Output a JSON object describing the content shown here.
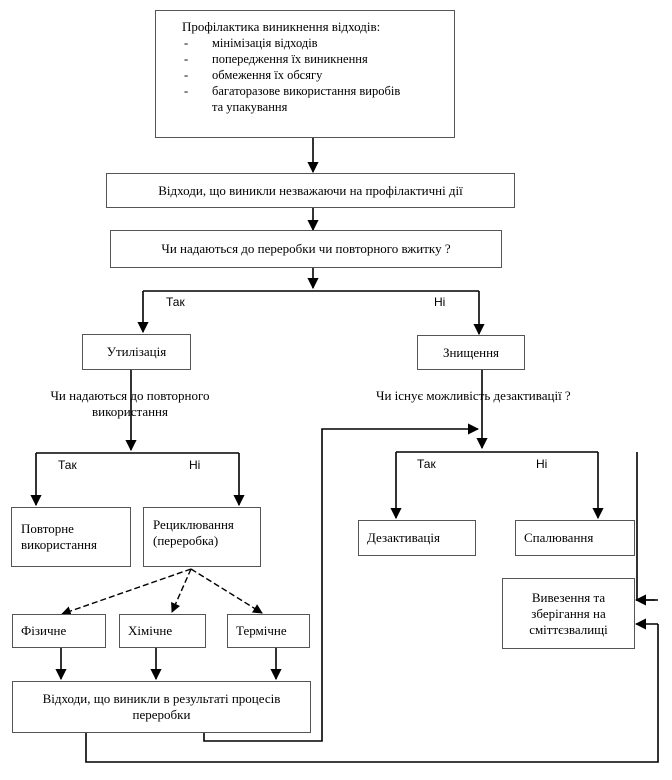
{
  "prevention": {
    "title": "Профілактика виникнення відходів:",
    "items": [
      "мінімізація відходів",
      "попередження їх виникнення",
      "обмеження їх обсягу",
      "багаторазове використання виробів та упакування"
    ]
  },
  "nodes": {
    "waste_remaining": "Відходи, що виникли незважаючи на профілактичні дії",
    "question_recycle": "Чи надаються до переробки чи повторного вжитку ?",
    "utilization": "Утилізація",
    "destruction": "Знищення",
    "reuse": "Повторне використання",
    "recycling_line1": "Рециклювання",
    "recycling_line2": "(переробка)",
    "physical": "Фізичне",
    "chemical": "Хімічне",
    "thermal": "Термічне",
    "processing_waste": "Відходи, що виникли в результаті процесів переробки",
    "deactivation": "Дезактивація",
    "incineration": "Спалювання",
    "landfill": "Вивезення та зберігання на сміттєзвалищі"
  },
  "labels": {
    "yes": "Так",
    "no": "Ні",
    "question_reuse": "Чи надаються до повторного використання",
    "question_deactivation": "Чи існує можливість дезактивації ?"
  }
}
